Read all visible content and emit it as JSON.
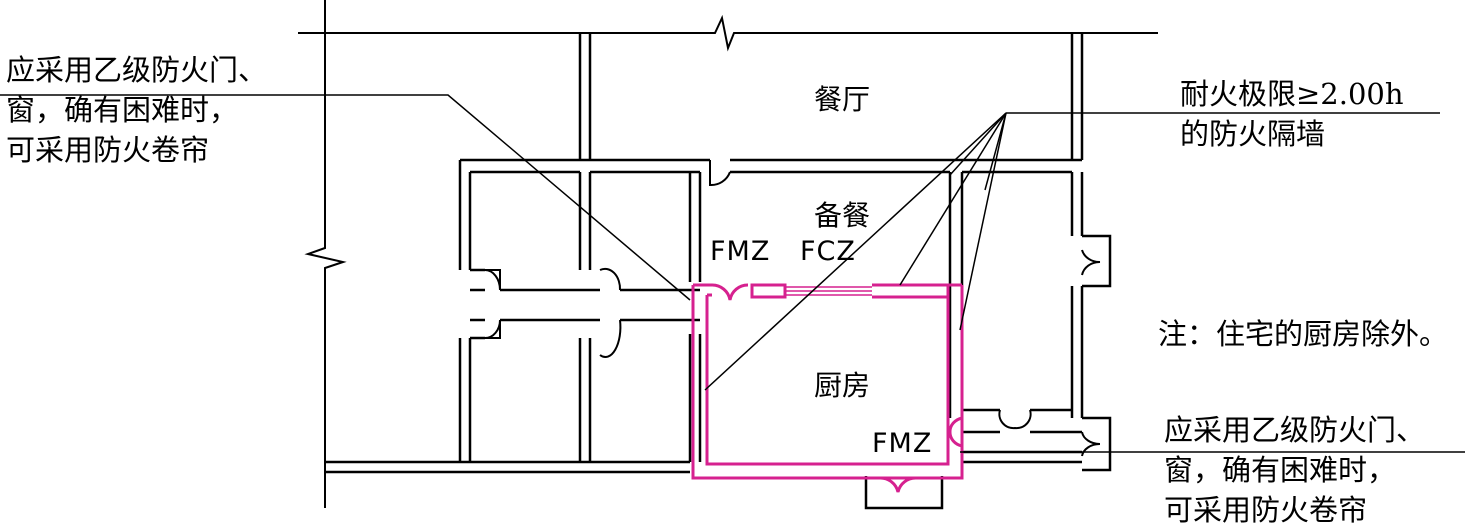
{
  "rooms": {
    "dining": "餐厅",
    "pantry": "备餐",
    "kitchen": "厨房"
  },
  "annotations": {
    "top_left": [
      "应采用乙级防火门、",
      "窗，确有困难时，",
      "可采用防火卷帘"
    ],
    "top_right": [
      "耐火极限≥2.00h",
      "的防火隔墙"
    ],
    "note": "注：住宅的厨房除外。",
    "bottom_right": [
      "应采用乙级防火门、",
      "窗，确有困难时，",
      "可采用防火卷帘"
    ]
  },
  "tags": {
    "fire_door_top": "FMZ",
    "fire_window": "FCZ",
    "fire_door_bottom": "FMZ"
  },
  "colors": {
    "wall": "#000000",
    "fire_wall": "#d6218f",
    "background": "#ffffff"
  }
}
